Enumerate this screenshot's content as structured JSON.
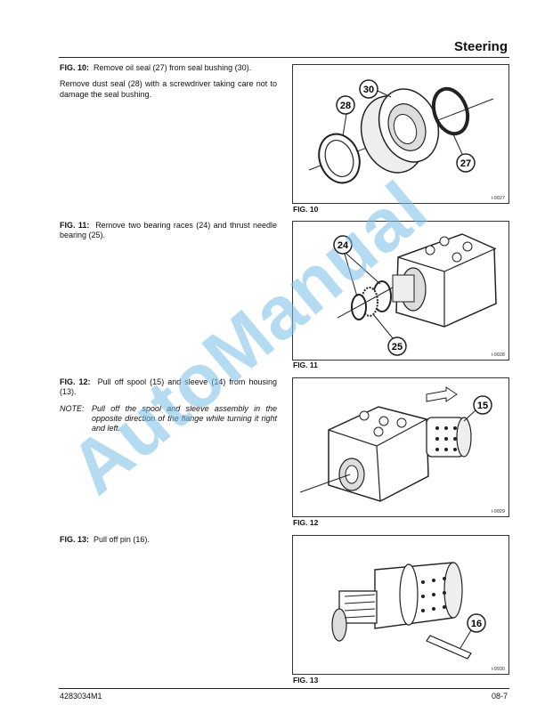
{
  "header": {
    "section_title": "Steering"
  },
  "steps": [
    {
      "fig_label": "FIG. 10:",
      "text": "Remove oil seal (27) from seal bushing (30).",
      "extra": "Remove dust seal (28) with a screwdriver taking care not to damage the seal bushing."
    },
    {
      "fig_label": "FIG. 11:",
      "text": "Remove two bearing races (24) and thrust needle bearing (25)."
    },
    {
      "fig_label": "FIG. 12:",
      "text": "Pull off spool (15) and sleeve (14) from housing (13).",
      "note_label": "NOTE:",
      "note_text": "Pull off the spool and sleeve assembly in the opposite direction of the flange while turning it right and left."
    },
    {
      "fig_label": "FIG. 13:",
      "text": "Pull off pin (16)."
    }
  ],
  "figures": [
    {
      "caption": "FIG. 10",
      "ref": "i-9927",
      "callouts": [
        "30",
        "28",
        "27"
      ]
    },
    {
      "caption": "FIG. 11",
      "ref": "i-9928",
      "callouts": [
        "24",
        "25"
      ]
    },
    {
      "caption": "FIG. 12",
      "ref": "i-9929",
      "callouts": [
        "15"
      ]
    },
    {
      "caption": "FIG. 13",
      "ref": "i-9930",
      "callouts": [
        "16"
      ]
    }
  ],
  "watermark": "AutoManual",
  "footer": {
    "part_number": "4283034M1",
    "page": "08-7"
  }
}
